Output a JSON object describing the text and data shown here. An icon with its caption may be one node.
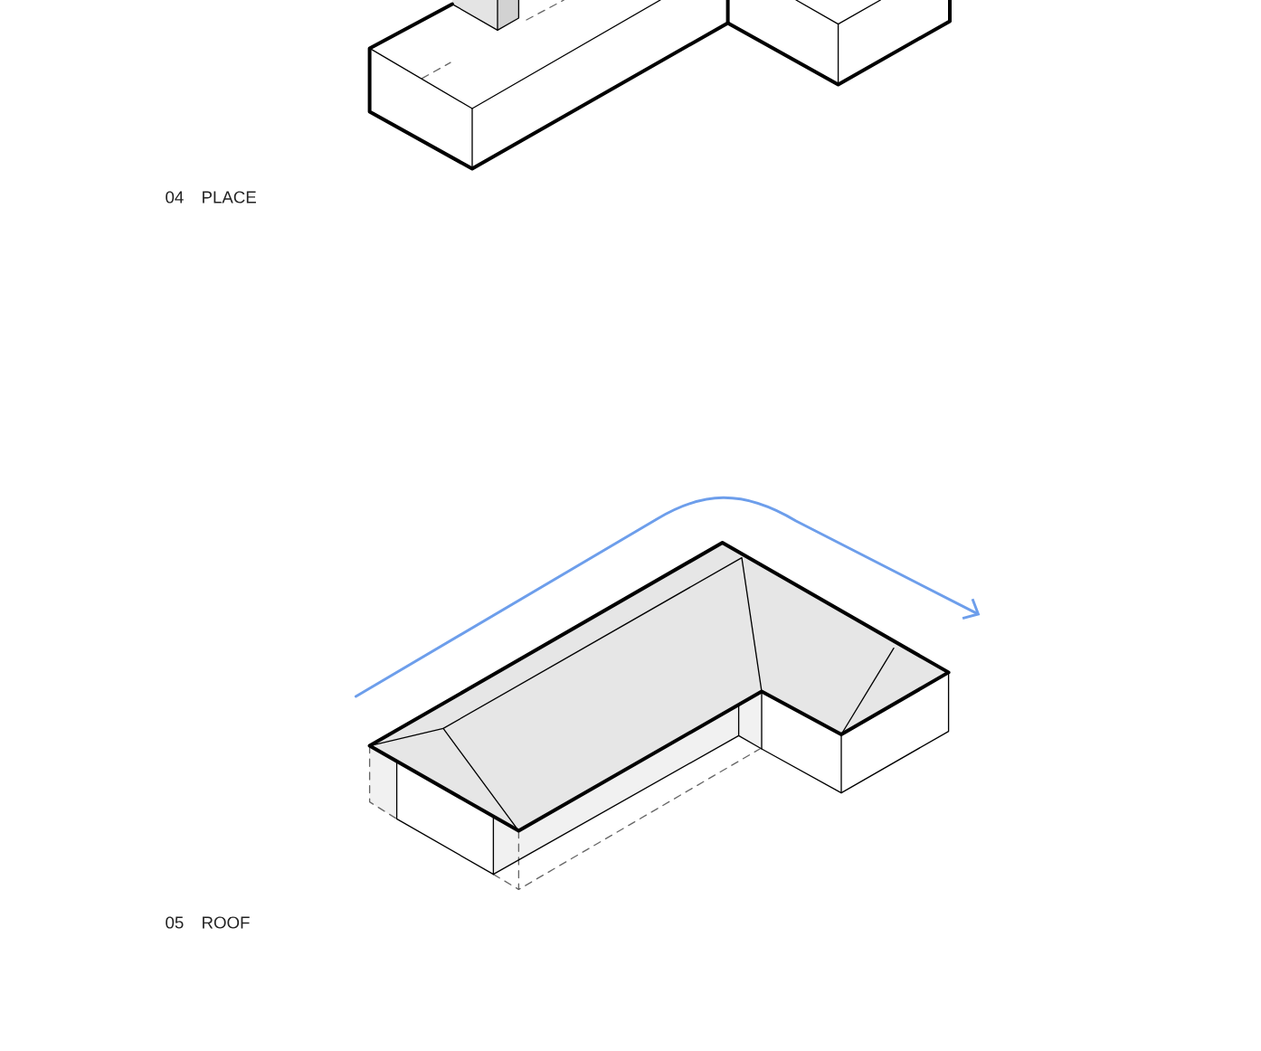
{
  "diagram": {
    "labels": [
      "04",
      "PLACE",
      "05",
      "ROOF"
    ]
  }
}
